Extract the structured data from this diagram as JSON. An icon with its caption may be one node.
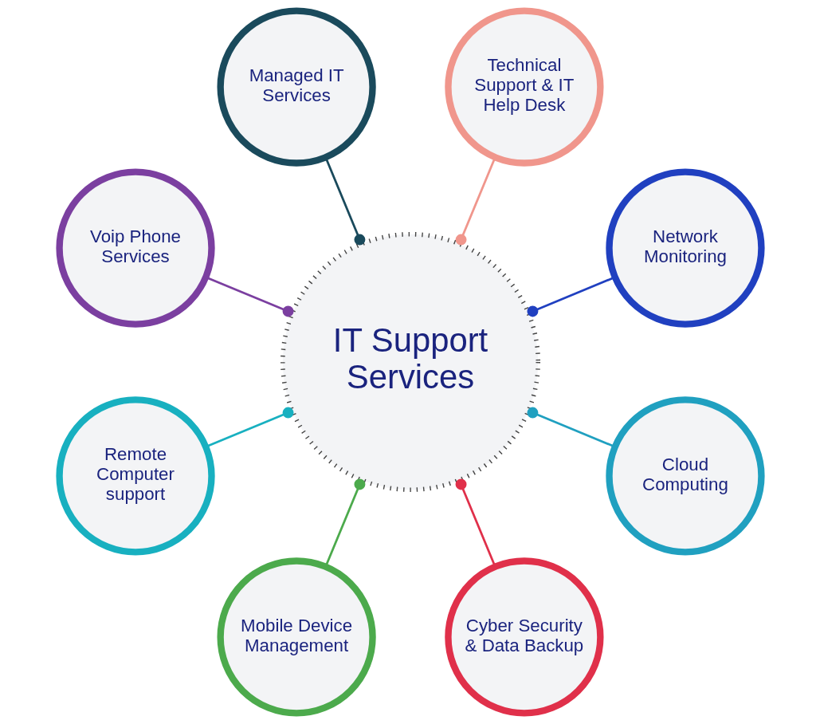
{
  "diagram": {
    "nodes": [
      {
        "text": [
          "IT Support Services"
        ]
      },
      {
        "text": [
          "Network Monitoring"
        ]
      },
      {
        "text": [
          "Technical Support & IT Help Desk"
        ]
      },
      {
        "text": [
          "Managed IT Services"
        ]
      },
      {
        "text": [
          "Voip Phone Services"
        ]
      },
      {
        "text": [
          "Remote Computer support"
        ]
      },
      {
        "text": [
          "Mobile Device Management"
        ]
      },
      {
        "text": [
          "Cyber Security & Data Backup"
        ]
      },
      {
        "text": [
          "Cloud Computing"
        ]
      }
    ],
    "edges": [
      {
        "from": 0,
        "to": 1,
        "arrow": "other",
        "color": "#2040c0"
      },
      {
        "from": 0,
        "to": 2,
        "arrow": "other",
        "color": "#f0968c"
      },
      {
        "from": 0,
        "to": 3,
        "arrow": "other",
        "color": "#1a4a5c"
      },
      {
        "from": 0,
        "to": 4,
        "arrow": "other",
        "color": "#7b3fa0"
      },
      {
        "from": 0,
        "to": 5,
        "arrow": "other",
        "color": "#18b0c0"
      },
      {
        "from": 0,
        "to": 6,
        "arrow": "other",
        "color": "#4caa4c"
      },
      {
        "from": 0,
        "to": 7,
        "arrow": "other",
        "color": "#e0304a"
      },
      {
        "from": 0,
        "to": 8,
        "arrow": "other",
        "color": "#20a0c0"
      }
    ]
  }
}
